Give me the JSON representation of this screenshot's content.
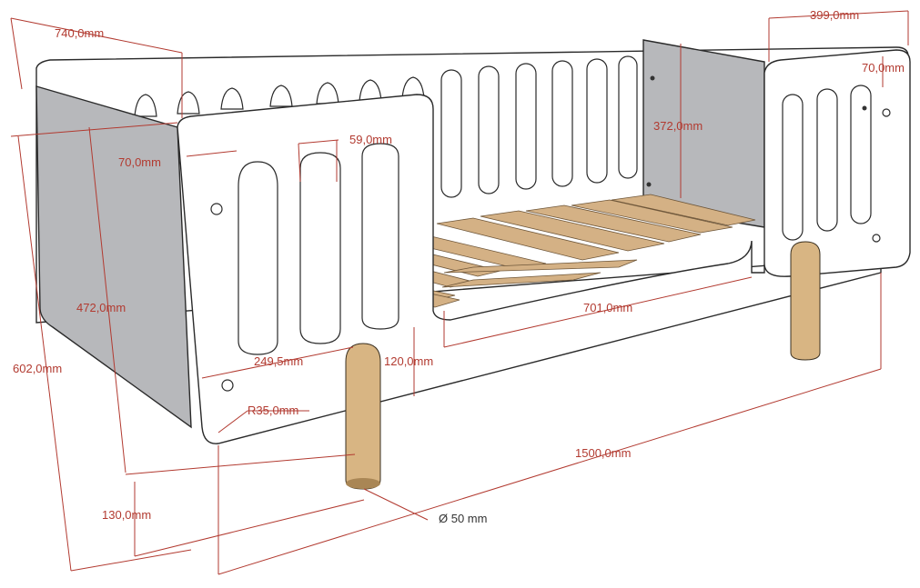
{
  "dimensions": {
    "depth": "740,0mm",
    "headboard_depth": "399,0mm",
    "top_rail_right": "70,0mm",
    "top_rail_left": "70,0mm",
    "slot_width": "59,0mm",
    "rail_height": "372,0mm",
    "side_height": "472,0mm",
    "mattress_length": "701,0mm",
    "total_height": "602,0mm",
    "opening_width": "249,5mm",
    "bottom_rail": "120,0mm",
    "corner_radius": "R35,0mm",
    "total_length": "1500,0mm",
    "leg_height": "130,0mm",
    "leg_diameter": "Ø 50 mm"
  },
  "colors": {
    "dimension": "#b23a30",
    "panel_white": "#ffffff",
    "panel_grey": "#b7b8bb",
    "wood": "#d4b185"
  }
}
